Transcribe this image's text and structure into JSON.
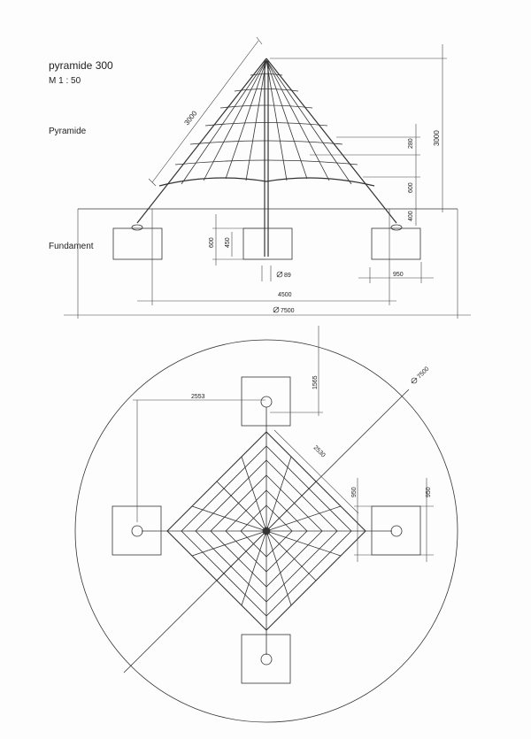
{
  "title": {
    "name": "pyramide 300",
    "scale": "M 1 : 50"
  },
  "labels": {
    "pyramid": "Pyramide",
    "foundation": "Fundament"
  },
  "elevation_dims": {
    "slant": "3000",
    "height": "3000",
    "d280": "280",
    "d600": "600",
    "d400": "400",
    "f600": "600",
    "f450": "450",
    "pole": "89",
    "block": "950",
    "span": "4500",
    "overall": "7500"
  },
  "plan_dims": {
    "d2553": "2553",
    "d1565": "1565",
    "circle": "7500",
    "d2530": "2530",
    "d950a": "950",
    "d950b": "950"
  }
}
